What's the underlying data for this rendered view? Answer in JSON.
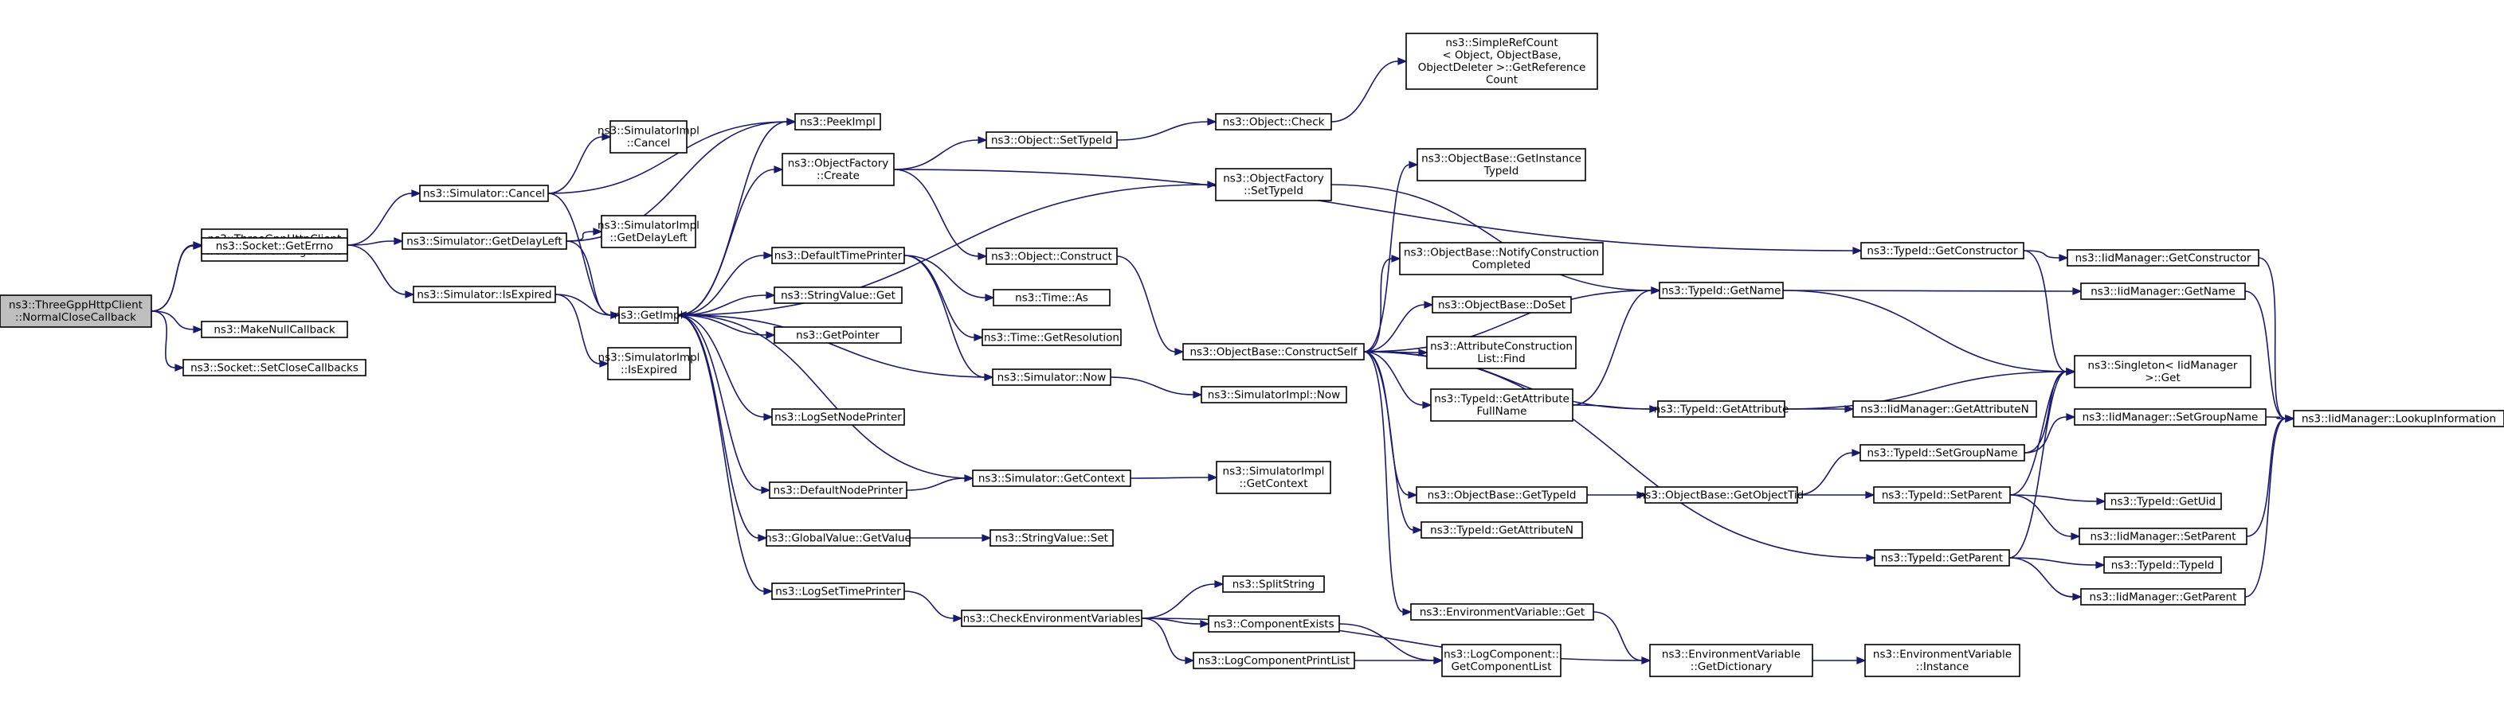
{
  "graph": {
    "edge_color": "#191970",
    "root_fill": "#bfbfbf",
    "node_fill": "#ffffff",
    "nodes": [
      {
        "id": "root",
        "lines": [
          "ns3::ThreeGppHttpClient",
          "::NormalCloseCallback"
        ],
        "root": true
      },
      {
        "id": "cancelAll",
        "lines": [
          "ns3::ThreeGppHttpClient",
          "::CancelAllPendingEvents"
        ]
      },
      {
        "id": "getErrno",
        "lines": [
          "ns3::Socket::GetErrno"
        ]
      },
      {
        "id": "makeNull",
        "lines": [
          "ns3::MakeNullCallback"
        ]
      },
      {
        "id": "setClose",
        "lines": [
          "ns3::Socket::SetCloseCallbacks"
        ]
      },
      {
        "id": "simCancel",
        "lines": [
          "ns3::Simulator::Cancel"
        ]
      },
      {
        "id": "simDelay",
        "lines": [
          "ns3::Simulator::GetDelayLeft"
        ]
      },
      {
        "id": "simExpired",
        "lines": [
          "ns3::Simulator::IsExpired"
        ]
      },
      {
        "id": "implCancel",
        "lines": [
          "ns3::SimulatorImpl",
          "::Cancel"
        ]
      },
      {
        "id": "implDelay",
        "lines": [
          "ns3::SimulatorImpl",
          "::GetDelayLeft"
        ]
      },
      {
        "id": "implExpired",
        "lines": [
          "ns3::SimulatorImpl",
          "::IsExpired"
        ]
      },
      {
        "id": "getImpl",
        "lines": [
          "ns3::GetImpl"
        ]
      },
      {
        "id": "peekImpl",
        "lines": [
          "ns3::PeekImpl"
        ]
      },
      {
        "id": "objFactCreate",
        "lines": [
          "ns3::ObjectFactory",
          "::Create"
        ]
      },
      {
        "id": "defTimePrinter",
        "lines": [
          "ns3::DefaultTimePrinter"
        ]
      },
      {
        "id": "strValGet",
        "lines": [
          "ns3::StringValue::Get"
        ]
      },
      {
        "id": "getPointer",
        "lines": [
          "ns3::GetPointer"
        ]
      },
      {
        "id": "logSetNode",
        "lines": [
          "ns3::LogSetNodePrinter"
        ]
      },
      {
        "id": "defNodePrinter",
        "lines": [
          "ns3::DefaultNodePrinter"
        ]
      },
      {
        "id": "gvGetValue",
        "lines": [
          "ns3::GlobalValue::GetValue"
        ]
      },
      {
        "id": "logSetTime",
        "lines": [
          "ns3::LogSetTimePrinter"
        ]
      },
      {
        "id": "objSetTypeId",
        "lines": [
          "ns3::Object::SetTypeId"
        ]
      },
      {
        "id": "objConstruct",
        "lines": [
          "ns3::Object::Construct"
        ]
      },
      {
        "id": "timeAs",
        "lines": [
          "ns3::Time::As"
        ]
      },
      {
        "id": "timeRes",
        "lines": [
          "ns3::Time::GetResolution"
        ]
      },
      {
        "id": "simNow",
        "lines": [
          "ns3::Simulator::Now"
        ]
      },
      {
        "id": "simGetCtx",
        "lines": [
          "ns3::Simulator::GetContext"
        ]
      },
      {
        "id": "strValSet",
        "lines": [
          "ns3::StringValue::Set"
        ]
      },
      {
        "id": "checkEnv",
        "lines": [
          "ns3::CheckEnvironmentVariables"
        ]
      },
      {
        "id": "objCheck",
        "lines": [
          "ns3::Object::Check"
        ]
      },
      {
        "id": "simpleRef",
        "lines": [
          "ns3::SimpleRefCount",
          "< Object, ObjectBase,",
          " ObjectDeleter >::GetReference",
          "Count"
        ]
      },
      {
        "id": "objFactSetTid",
        "lines": [
          "ns3::ObjectFactory",
          "::SetTypeId"
        ]
      },
      {
        "id": "obConstructSelf",
        "lines": [
          "ns3::ObjectBase::ConstructSelf"
        ]
      },
      {
        "id": "implNow",
        "lines": [
          "ns3::SimulatorImpl::Now"
        ]
      },
      {
        "id": "implGetCtx",
        "lines": [
          "ns3::SimulatorImpl",
          "::GetContext"
        ]
      },
      {
        "id": "splitString",
        "lines": [
          "ns3::SplitString"
        ]
      },
      {
        "id": "compExists",
        "lines": [
          "ns3::ComponentExists"
        ]
      },
      {
        "id": "logCompPrint",
        "lines": [
          "ns3::LogComponentPrintList"
        ]
      },
      {
        "id": "obGetInstTid",
        "lines": [
          "ns3::ObjectBase::GetInstance",
          "TypeId"
        ]
      },
      {
        "id": "obNotify",
        "lines": [
          "ns3::ObjectBase::NotifyConstruction",
          "Completed"
        ]
      },
      {
        "id": "obDoSet",
        "lines": [
          "ns3::ObjectBase::DoSet"
        ]
      },
      {
        "id": "attrFind",
        "lines": [
          "ns3::AttributeConstruction",
          "List::Find"
        ]
      },
      {
        "id": "tidGetAttrFull",
        "lines": [
          "ns3::TypeId::GetAttribute",
          "FullName"
        ]
      },
      {
        "id": "obGetTid",
        "lines": [
          "ns3::ObjectBase::GetTypeId"
        ]
      },
      {
        "id": "tidGetAttrN",
        "lines": [
          "ns3::TypeId::GetAttributeN"
        ]
      },
      {
        "id": "envGet",
        "lines": [
          "ns3::EnvironmentVariable::Get"
        ]
      },
      {
        "id": "logCompGetList",
        "lines": [
          "ns3::LogComponent::",
          "GetComponentList"
        ]
      },
      {
        "id": "tidGetName",
        "lines": [
          "ns3::TypeId::GetName"
        ]
      },
      {
        "id": "tidGetAttr",
        "lines": [
          "ns3::TypeId::GetAttribute"
        ]
      },
      {
        "id": "obGetObjTid",
        "lines": [
          "ns3::ObjectBase::GetObjectTid"
        ]
      },
      {
        "id": "envGetDict",
        "lines": [
          "ns3::EnvironmentVariable",
          "::GetDictionary"
        ]
      },
      {
        "id": "tidGetCtor",
        "lines": [
          "ns3::TypeId::GetConstructor"
        ]
      },
      {
        "id": "tidSetGroup",
        "lines": [
          "ns3::TypeId::SetGroupName"
        ]
      },
      {
        "id": "tidSetParent",
        "lines": [
          "ns3::TypeId::SetParent"
        ]
      },
      {
        "id": "tidGetParent",
        "lines": [
          "ns3::TypeId::GetParent"
        ]
      },
      {
        "id": "envInstance",
        "lines": [
          "ns3::EnvironmentVariable",
          "::Instance"
        ]
      },
      {
        "id": "iidGetName",
        "lines": [
          "ns3::IidManager::GetName"
        ]
      },
      {
        "id": "iidGetAttrN",
        "lines": [
          "ns3::IidManager::GetAttributeN"
        ]
      },
      {
        "id": "iidGetCtor",
        "lines": [
          "ns3::IidManager::GetConstructor"
        ]
      },
      {
        "id": "singletonGet",
        "lines": [
          "ns3::Singleton< IidManager",
          " >::Get"
        ]
      },
      {
        "id": "iidSetGroup",
        "lines": [
          "ns3::IidManager::SetGroupName"
        ]
      },
      {
        "id": "tidGetUid",
        "lines": [
          "ns3::TypeId::GetUid"
        ]
      },
      {
        "id": "iidSetParent",
        "lines": [
          "ns3::IidManager::SetParent"
        ]
      },
      {
        "id": "tidTypeId",
        "lines": [
          "ns3::TypeId::TypeId"
        ]
      },
      {
        "id": "iidGetParent",
        "lines": [
          "ns3::IidManager::GetParent"
        ]
      },
      {
        "id": "iidLookup",
        "lines": [
          "ns3::IidManager::LookupInformation"
        ]
      }
    ],
    "edges": [
      [
        "root",
        "cancelAll"
      ],
      [
        "root",
        "getErrno"
      ],
      [
        "root",
        "makeNull"
      ],
      [
        "root",
        "setClose"
      ],
      [
        "cancelAll",
        "simCancel"
      ],
      [
        "cancelAll",
        "simDelay"
      ],
      [
        "cancelAll",
        "simExpired"
      ],
      [
        "simCancel",
        "implCancel"
      ],
      [
        "simCancel",
        "getImpl"
      ],
      [
        "simCancel",
        "peekImpl"
      ],
      [
        "simDelay",
        "implDelay"
      ],
      [
        "simDelay",
        "getImpl"
      ],
      [
        "simDelay",
        "peekImpl"
      ],
      [
        "simExpired",
        "implExpired"
      ],
      [
        "simExpired",
        "getImpl"
      ],
      [
        "getImpl",
        "peekImpl"
      ],
      [
        "getImpl",
        "objFactCreate"
      ],
      [
        "getImpl",
        "defTimePrinter"
      ],
      [
        "getImpl",
        "strValGet"
      ],
      [
        "getImpl",
        "getPointer"
      ],
      [
        "getImpl",
        "logSetNode"
      ],
      [
        "getImpl",
        "defNodePrinter"
      ],
      [
        "getImpl",
        "gvGetValue"
      ],
      [
        "getImpl",
        "logSetTime"
      ],
      [
        "getImpl",
        "objFactSetTid"
      ],
      [
        "objFactCreate",
        "objSetTypeId"
      ],
      [
        "objFactCreate",
        "objConstruct"
      ],
      [
        "objFactCreate",
        "tidGetCtor"
      ],
      [
        "objSetTypeId",
        "objCheck"
      ],
      [
        "objCheck",
        "simpleRef"
      ],
      [
        "objFactSetTid",
        "tidGetName"
      ],
      [
        "objConstruct",
        "obConstructSelf"
      ],
      [
        "defTimePrinter",
        "timeAs"
      ],
      [
        "defTimePrinter",
        "timeRes"
      ],
      [
        "defTimePrinter",
        "simNow"
      ],
      [
        "simNow",
        "getImpl"
      ],
      [
        "simNow",
        "implNow"
      ],
      [
        "defNodePrinter",
        "simGetCtx"
      ],
      [
        "simGetCtx",
        "getImpl"
      ],
      [
        "simGetCtx",
        "implGetCtx"
      ],
      [
        "gvGetValue",
        "strValSet"
      ],
      [
        "logSetTime",
        "checkEnv"
      ],
      [
        "checkEnv",
        "splitString"
      ],
      [
        "checkEnv",
        "compExists"
      ],
      [
        "checkEnv",
        "logCompPrint"
      ],
      [
        "checkEnv",
        "envGetDict"
      ],
      [
        "compExists",
        "logCompGetList"
      ],
      [
        "logCompPrint",
        "logCompGetList"
      ],
      [
        "obConstructSelf",
        "obGetInstTid"
      ],
      [
        "obConstructSelf",
        "obNotify"
      ],
      [
        "obConstructSelf",
        "obDoSet"
      ],
      [
        "obConstructSelf",
        "attrFind"
      ],
      [
        "obConstructSelf",
        "tidGetAttrFull"
      ],
      [
        "obConstructSelf",
        "obGetTid"
      ],
      [
        "obConstructSelf",
        "tidGetAttrN"
      ],
      [
        "obConstructSelf",
        "envGet"
      ],
      [
        "obConstructSelf",
        "tidGetName"
      ],
      [
        "obConstructSelf",
        "tidGetAttr"
      ],
      [
        "obConstructSelf",
        "tidGetParent"
      ],
      [
        "tidGetAttrFull",
        "tidGetName"
      ],
      [
        "tidGetAttrFull",
        "tidGetAttr"
      ],
      [
        "obGetTid",
        "obGetObjTid"
      ],
      [
        "obGetObjTid",
        "tidSetGroup"
      ],
      [
        "obGetObjTid",
        "tidSetParent"
      ],
      [
        "envGet",
        "envGetDict"
      ],
      [
        "envGetDict",
        "envInstance"
      ],
      [
        "tidGetName",
        "iidGetName"
      ],
      [
        "tidGetName",
        "singletonGet"
      ],
      [
        "tidGetAttr",
        "iidGetAttrN"
      ],
      [
        "tidGetAttr",
        "singletonGet"
      ],
      [
        "tidGetCtor",
        "iidGetCtor"
      ],
      [
        "tidGetCtor",
        "singletonGet"
      ],
      [
        "tidSetGroup",
        "iidSetGroup"
      ],
      [
        "tidSetGroup",
        "singletonGet"
      ],
      [
        "tidSetParent",
        "tidGetUid"
      ],
      [
        "tidSetParent",
        "iidSetParent"
      ],
      [
        "tidSetParent",
        "singletonGet"
      ],
      [
        "tidGetParent",
        "tidTypeId"
      ],
      [
        "tidGetParent",
        "iidGetParent"
      ],
      [
        "tidGetParent",
        "singletonGet"
      ],
      [
        "iidGetName",
        "iidLookup"
      ],
      [
        "iidGetCtor",
        "iidLookup"
      ],
      [
        "iidSetGroup",
        "iidLookup"
      ],
      [
        "iidSetParent",
        "iidLookup"
      ],
      [
        "iidGetParent",
        "iidLookup"
      ]
    ]
  }
}
